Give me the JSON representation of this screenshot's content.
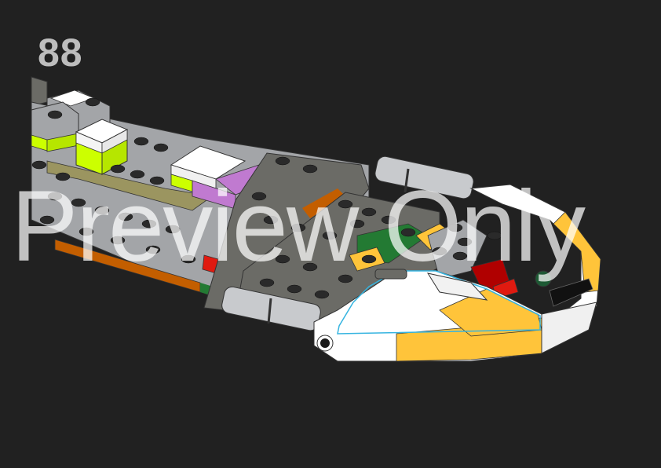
{
  "page": {
    "step_number": "88",
    "watermark": "Preview Only",
    "background_color": "#212121"
  },
  "illustration": {
    "subject": "LEGO spaceship build assembly",
    "colors": {
      "light_gray": "#a3a5a8",
      "dark_gray": "#6b6b66",
      "white": "#ffffff",
      "lime": "#ccff00",
      "olive_tan": "#9b9560",
      "lavender": "#c07ad0",
      "orange": "#c35e00",
      "green": "#237a33",
      "yellow": "#ffc43a",
      "red": "#e01a10",
      "highlight_outline": "#35b4e0",
      "stud_top": "#2a2a2a"
    }
  }
}
